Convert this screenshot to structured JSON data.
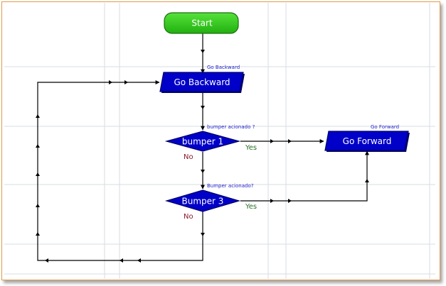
{
  "nodes": {
    "start": {
      "label": "Start"
    },
    "go_backward": {
      "label": "Go Backward",
      "caption": "Go Backward"
    },
    "bumper1": {
      "label": "bumper 1",
      "caption": "bumper acionado ?",
      "yes": "Yes",
      "no": "No"
    },
    "go_forward": {
      "label": "Go Forward",
      "caption": "Go Forward"
    },
    "bumper3": {
      "label": "Bumper 3",
      "caption": "Bumper acionado?",
      "yes": "Yes",
      "no": "No"
    }
  },
  "colors": {
    "start_fill": "#33cc1a",
    "block_fill": "#0000c8",
    "block_border": "#000066",
    "frame_border": "#e39a4a",
    "grid": "#d7dde3",
    "connector": "#000000"
  }
}
